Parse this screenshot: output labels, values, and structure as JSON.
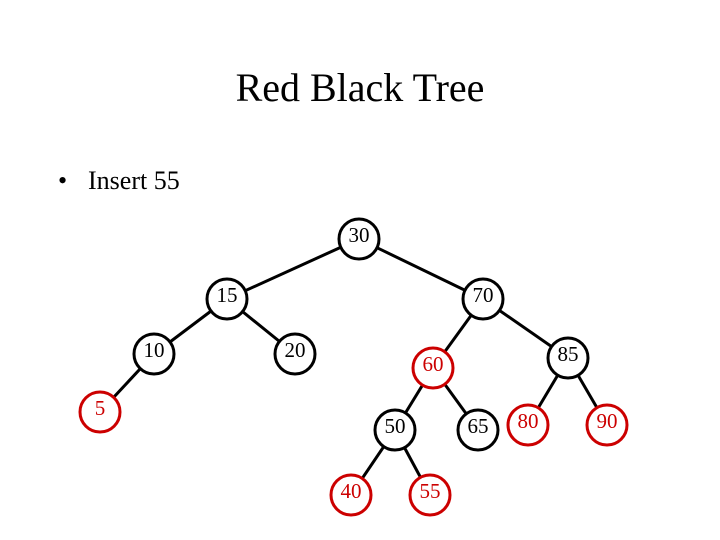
{
  "slide": {
    "title": "Red Black Tree",
    "bullet": "Insert 55"
  },
  "colors": {
    "black_node": "#000000",
    "red_node": "#cc0000",
    "edge": "#000000",
    "background": "#ffffff"
  },
  "tree": {
    "nodes": [
      {
        "id": "n30",
        "label": "30",
        "color": "black"
      },
      {
        "id": "n15",
        "label": "15",
        "color": "black"
      },
      {
        "id": "n70",
        "label": "70",
        "color": "black"
      },
      {
        "id": "n10",
        "label": "10",
        "color": "black"
      },
      {
        "id": "n20",
        "label": "20",
        "color": "black"
      },
      {
        "id": "n5",
        "label": "5",
        "color": "red"
      },
      {
        "id": "n60",
        "label": "60",
        "color": "red"
      },
      {
        "id": "n85",
        "label": "85",
        "color": "black"
      },
      {
        "id": "n50",
        "label": "50",
        "color": "black"
      },
      {
        "id": "n65",
        "label": "65",
        "color": "black"
      },
      {
        "id": "n80",
        "label": "80",
        "color": "red"
      },
      {
        "id": "n90",
        "label": "90",
        "color": "red"
      },
      {
        "id": "n40",
        "label": "40",
        "color": "red"
      },
      {
        "id": "n55",
        "label": "55",
        "color": "red"
      }
    ],
    "edges": [
      [
        "n30",
        "n15"
      ],
      [
        "n30",
        "n70"
      ],
      [
        "n15",
        "n10"
      ],
      [
        "n15",
        "n20"
      ],
      [
        "n10",
        "n5"
      ],
      [
        "n70",
        "n60"
      ],
      [
        "n70",
        "n85"
      ],
      [
        "n60",
        "n50"
      ],
      [
        "n60",
        "n65"
      ],
      [
        "n85",
        "n80"
      ],
      [
        "n85",
        "n90"
      ],
      [
        "n50",
        "n40"
      ],
      [
        "n50",
        "n55"
      ]
    ]
  }
}
